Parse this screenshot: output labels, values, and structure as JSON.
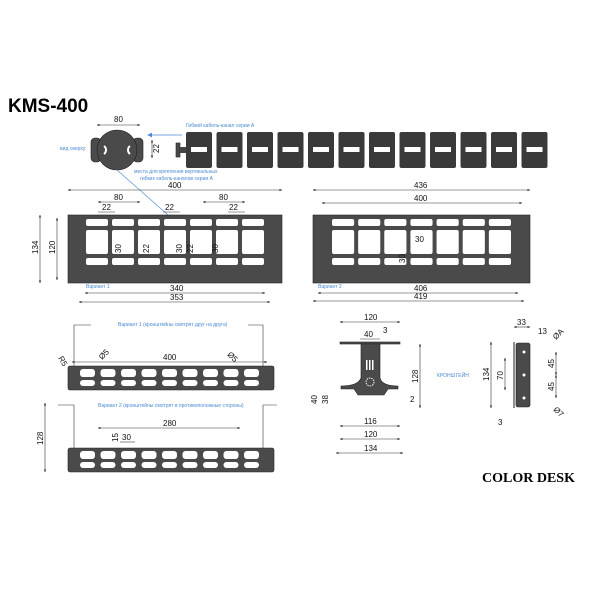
{
  "title": "KMS-400",
  "brand": "COLOR DESK",
  "top_view": {
    "view_label": "вид сверху",
    "width_dim": "80",
    "height_dim": "22",
    "channel_label": "Гибкий кабель-канал серии А",
    "mount_label_line1": "места для крепления вертикальных",
    "mount_label_line2": "гибких кабель-каналов серии А"
  },
  "panel1": {
    "label": "Вариант 1",
    "dims": {
      "total_width": "400",
      "left_80": "80",
      "right_80": "80",
      "d22_a": "22",
      "d22_b": "22",
      "d22_c": "22",
      "height_134": "134",
      "height_120": "120",
      "v30_a": "30",
      "v22_a": "22",
      "v30_b": "30",
      "v22_b": "22",
      "v30_c": "30",
      "bottom_340": "340",
      "bottom_353": "353"
    }
  },
  "panel2": {
    "label": "Вариант 2",
    "dims": {
      "total_436": "436",
      "inner_400": "400",
      "h30": "30",
      "v30": "30",
      "bottom_406": "406",
      "bottom_419": "419"
    }
  },
  "side1": {
    "label": "Вариант 1 (кронштейны смотрят друг на друга)",
    "dims": {
      "width": "400",
      "r5": "R5",
      "d5_left": "Ø5",
      "d5_right": "Ø5"
    }
  },
  "side2": {
    "label": "Вариант 2 (кронштейны смотрят в противоположные стороны)",
    "dims": {
      "height": "128",
      "span": "280",
      "d15": "15",
      "d30": "30"
    }
  },
  "bracket_front": {
    "label": "КРОНШТЕЙН",
    "dims": {
      "top_120": "120",
      "d40": "40",
      "d3": "3",
      "h128": "128",
      "h40": "40",
      "h38": "38",
      "d2": "2",
      "w116": "116",
      "w120": "120",
      "w134": "134"
    }
  },
  "bracket_side": {
    "dims": {
      "d33": "33",
      "d13": "13",
      "dA": "ØA",
      "d45a": "45",
      "d45b": "45",
      "d7": "Ø7",
      "d70": "70",
      "h134": "134",
      "d3": "3"
    }
  },
  "colors": {
    "part": "#4a4a4a",
    "note": "#4a8ad4"
  }
}
